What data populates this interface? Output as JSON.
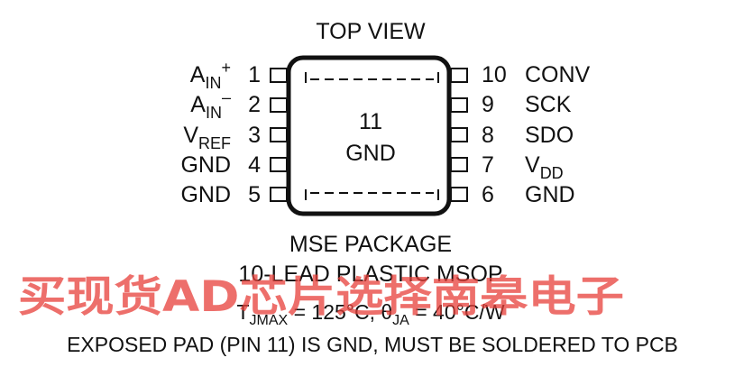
{
  "header": {
    "title": "TOP VIEW"
  },
  "pins_left": [
    {
      "num": "1",
      "base": "A",
      "sub": "IN",
      "sup": "+"
    },
    {
      "num": "2",
      "base": "A",
      "sub": "IN",
      "sup": "–"
    },
    {
      "num": "3",
      "base": "V",
      "sub": "REF",
      "sup": ""
    },
    {
      "num": "4",
      "base": "GND",
      "sub": "",
      "sup": ""
    },
    {
      "num": "5",
      "base": "GND",
      "sub": "",
      "sup": ""
    }
  ],
  "pins_right": [
    {
      "num": "10",
      "base": "CONV",
      "sub": ""
    },
    {
      "num": "9",
      "base": "SCK",
      "sub": ""
    },
    {
      "num": "8",
      "base": "SDO",
      "sub": ""
    },
    {
      "num": "7",
      "base": "V",
      "sub": "DD"
    },
    {
      "num": "6",
      "base": "GND",
      "sub": ""
    }
  ],
  "pad": {
    "num": "11",
    "name": "GND"
  },
  "package": {
    "line1": "MSE PACKAGE",
    "line2": "10-LEAD PLASTIC MSOP",
    "tj_t": "T",
    "tj_sub": "JMAX",
    "tj_val": " = 125°C, θ",
    "ja_sub": "JA",
    "ja_val": " = 40°C/W",
    "note": "EXPOSED PAD (PIN 11) IS GND, MUST BE SOLDERED TO PCB"
  },
  "watermark": {
    "text": "买现货AD芯片选择南皋电子",
    "color": "#e8403a"
  }
}
